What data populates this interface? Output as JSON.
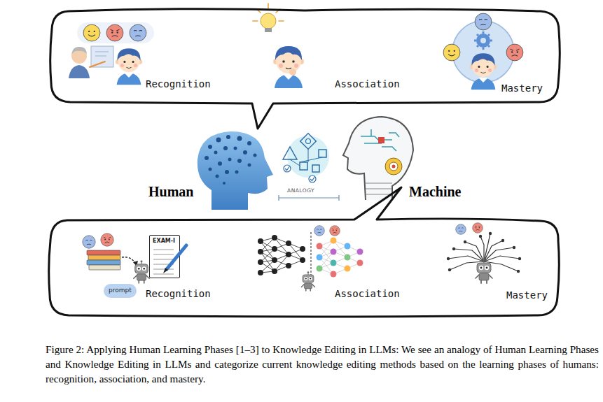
{
  "diagram": {
    "caption": "Figure 2: Applying Human Learning Phases [1–3] to Knowledge Editing in LLMs: We see an analogy of Human Learning Phases and Knowledge Editing in LLMs and categorize current knowledge editing methods based on the learning phases of humans: recognition, association, and mastery.",
    "nodes": [
      {
        "text": [
          "Recognition",
          "Association",
          "Mastery"
        ]
      },
      {
        "text": [
          "Recognition",
          "Association",
          "Mastery"
        ]
      },
      {
        "text": [
          "EXAM-I"
        ],
        "in": 1
      },
      {
        "text": [
          "prompt"
        ],
        "in": 1
      }
    ],
    "labels": [
      "Human",
      "ANALOGY",
      "Machine"
    ]
  }
}
